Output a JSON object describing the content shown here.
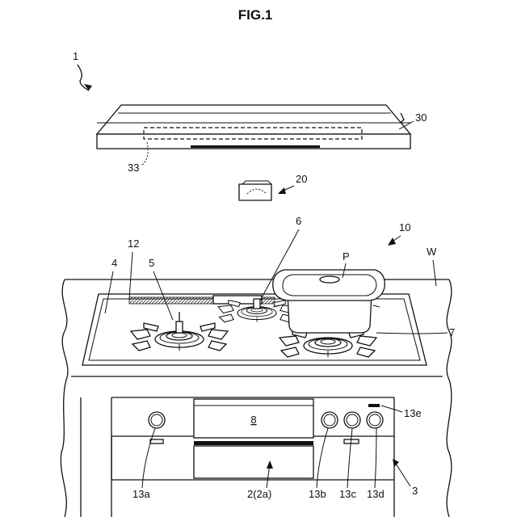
{
  "figure": {
    "title": "FIG.1"
  },
  "labels": {
    "system": "1",
    "range_hood": "30",
    "hood_part": "33",
    "controller": "20",
    "cooktop": "10",
    "wall": "W",
    "pot": "P",
    "burner_left": "5",
    "burner_rear": "6",
    "burner_right": "7",
    "top_plate": "4",
    "vent": "12",
    "grill_door": "8",
    "knob_left": "13a",
    "grill": "2(2a)",
    "knob_b": "13b",
    "knob_c": "13c",
    "knob_d": "13d",
    "switch": "13e",
    "cabinet": "3"
  }
}
